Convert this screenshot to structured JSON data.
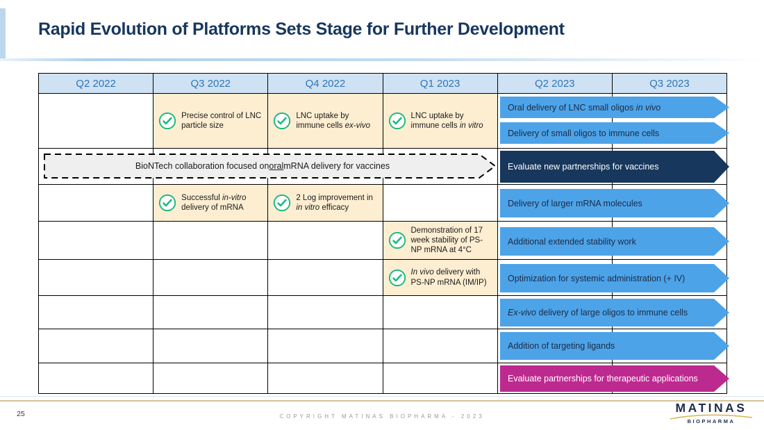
{
  "slide": {
    "title": "Rapid Evolution of Platforms Sets Stage for Further Development"
  },
  "table": {
    "headers": [
      "Q2 2022",
      "Q3 2022",
      "Q4 2022",
      "Q1 2023",
      "Q2 2023",
      "Q3 2023"
    ],
    "milestones": {
      "r1c1": {
        "text": "Precise control of LNC particle size"
      },
      "r1c2": {
        "text": "LNC uptake by immune cells ",
        "italic": "ex-vivo"
      },
      "r1c3": {
        "text": "LNC uptake by immune cells ",
        "italic": "in vitro"
      },
      "r3c1": {
        "pre": "Successful ",
        "italic": "in-vitro",
        "post": " delivery of mRNA"
      },
      "r3c2": {
        "pre": "2 Log improvement in ",
        "italic": "in vitro",
        "post": " efficacy"
      },
      "r4c3": {
        "text": "Demonstration of 17 week stability of PS-NP mRNA  at 4°C"
      },
      "r5c3": {
        "italic": "In vivo",
        "post": " delivery with PS-NP mRNA (IM/IP)"
      }
    },
    "biontech": {
      "pre": "BioNTech collaboration focused on ",
      "underline": "oral",
      "post": " mRNA delivery for vaccines"
    },
    "arrows": {
      "oral_delivery": {
        "text": "Oral delivery of LNC small oligos ",
        "italic": "in vivo"
      },
      "small_oligos": {
        "text": "Delivery of small  oligos to immune cells"
      },
      "vaccine_partnerships": {
        "text": "Evaluate new partnerships for vaccines"
      },
      "larger_mrna": {
        "text": "Delivery of larger mRNA molecules"
      },
      "stability_work": {
        "text": "Additional extended stability work"
      },
      "systemic_admin": {
        "text": "Optimization for systemic administration (+ IV)"
      },
      "ex_vivo_large": {
        "italic": "Ex-vivo",
        "post": " delivery of large oligos to immune cells"
      },
      "targeting_ligands": {
        "text": "Addition of targeting ligands"
      },
      "therapeutic_partnerships": {
        "text": "Evaluate partnerships for therapeutic applications"
      }
    }
  },
  "footer": {
    "page_number": "25",
    "copyright": "COPYRIGHT MATINAS BIOPHARMA - 2023",
    "logo_name": "MATINAS",
    "logo_sub": "BIOPHARMA"
  },
  "colors": {
    "accent_blue_arrow": "#4da3e8",
    "navy": "#17375d",
    "magenta": "#bd2a8f",
    "milestone_beige": "#fdeed2",
    "header_bg": "#cfe2f3",
    "header_text": "#2e75b6",
    "check_green": "#1fb97d"
  }
}
